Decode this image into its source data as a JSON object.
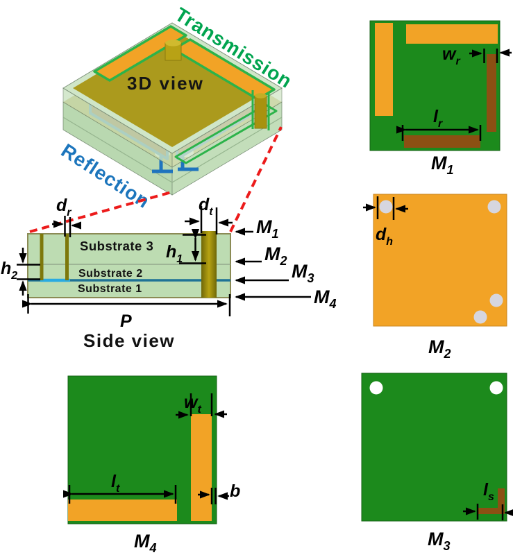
{
  "view3d": {
    "title": "3D view",
    "transmission": "Transmission",
    "reflection": "Reflection"
  },
  "side": {
    "caption": "Side view",
    "substrate3": "Substrate 3",
    "substrate2": "Substrate 2",
    "substrate1": "Substrate 1",
    "p": "P",
    "dr": {
      "m": "d",
      "s": "r"
    },
    "dt": {
      "m": "d",
      "s": "t"
    },
    "h1": {
      "m": "h",
      "s": "1"
    },
    "h2": {
      "m": "h",
      "s": "2"
    },
    "m1": {
      "m": "M",
      "s": "1"
    },
    "m2": {
      "m": "M",
      "s": "2"
    },
    "m3": {
      "m": "M",
      "s": "3"
    },
    "m4": {
      "m": "M",
      "s": "4"
    }
  },
  "panels": {
    "m1": {
      "label": {
        "m": "M",
        "s": "1"
      },
      "wr": {
        "m": "w",
        "s": "r"
      },
      "lr": {
        "m": "l",
        "s": "r"
      }
    },
    "m2": {
      "label": {
        "m": "M",
        "s": "2"
      },
      "dh": {
        "m": "d",
        "s": "h"
      }
    },
    "m3": {
      "label": {
        "m": "M",
        "s": "3"
      },
      "ls": {
        "m": "l",
        "s": "s"
      }
    },
    "m4": {
      "label": {
        "m": "M",
        "s": "4"
      },
      "wt": {
        "m": "w",
        "s": "t"
      },
      "lt": {
        "m": "l",
        "s": "t"
      },
      "b": "b"
    }
  },
  "colors": {
    "pcb_green": "#1c8a1c",
    "copper_orange": "#f2a326",
    "pad_brown": "#8c5013",
    "substrate_green": "#bddcb2",
    "metal_khaki": "#ab9a1d",
    "via_olive": "#7d780b",
    "cyan": "#29abe2",
    "teal": "#1f7396",
    "dash_red": "#ec1b1b",
    "transmission_green": "#00a44f",
    "reflection_blue": "#1c75bc",
    "hole_gray": "#d6d6df",
    "hole_white": "#ffffff",
    "outline_green": "#2cb34a",
    "outline_blue": "#1f74be"
  }
}
